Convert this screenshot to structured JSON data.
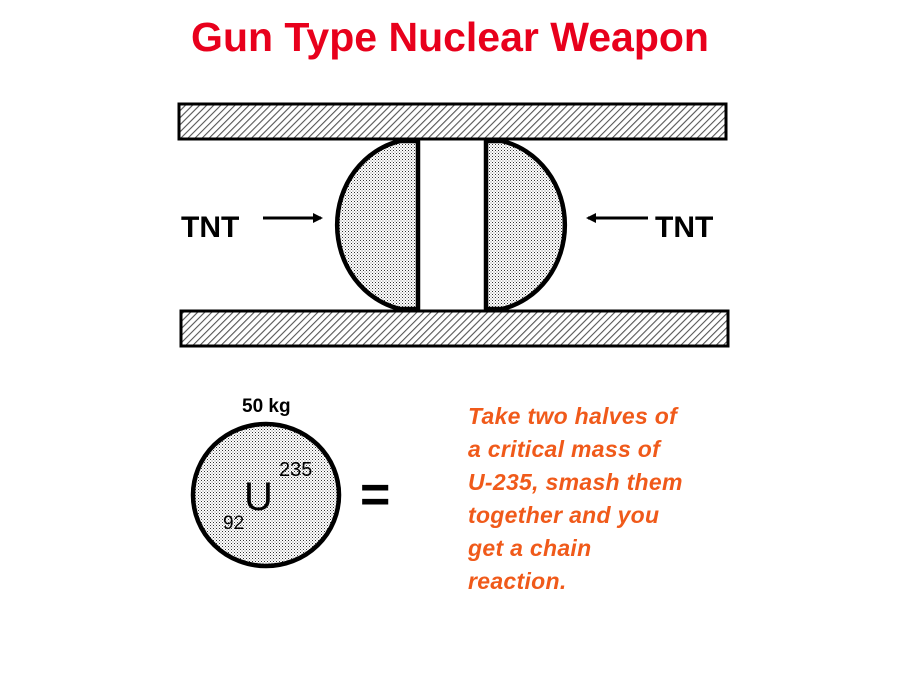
{
  "title": "Gun Type Nuclear Weapon",
  "labels": {
    "tnt_left": "TNT",
    "tnt_right": "TNT",
    "mass": "50 kg",
    "element_symbol": "U",
    "mass_number": "235",
    "atomic_number": "92",
    "equals": "="
  },
  "caption_lines": [
    "Take two halves of",
    "a critical mass of",
    "U-235, smash them",
    "together and you",
    "get a chain",
    "reaction."
  ],
  "colors": {
    "title": "#e8001c",
    "caption": "#f05a1a",
    "outline": "#000000"
  }
}
